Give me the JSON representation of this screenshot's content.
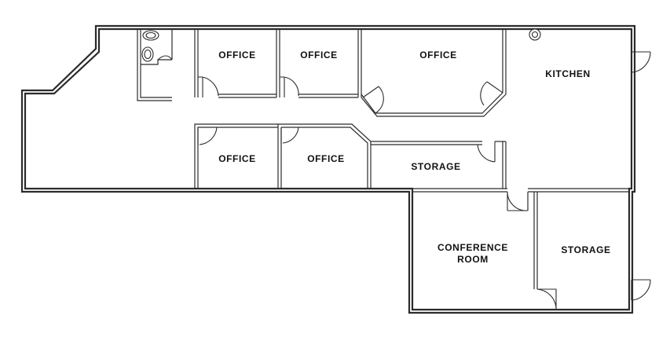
{
  "floorplan": {
    "rooms": {
      "office_top_1": "OFFICE",
      "office_top_2": "OFFICE",
      "office_top_3": "OFFICE",
      "kitchen": "KITCHEN",
      "office_bottom_1": "OFFICE",
      "office_bottom_2": "OFFICE",
      "storage_middle": "STORAGE",
      "conference_line1": "CONFERENCE",
      "conference_line2": "ROOM",
      "storage_right": "STORAGE"
    }
  }
}
